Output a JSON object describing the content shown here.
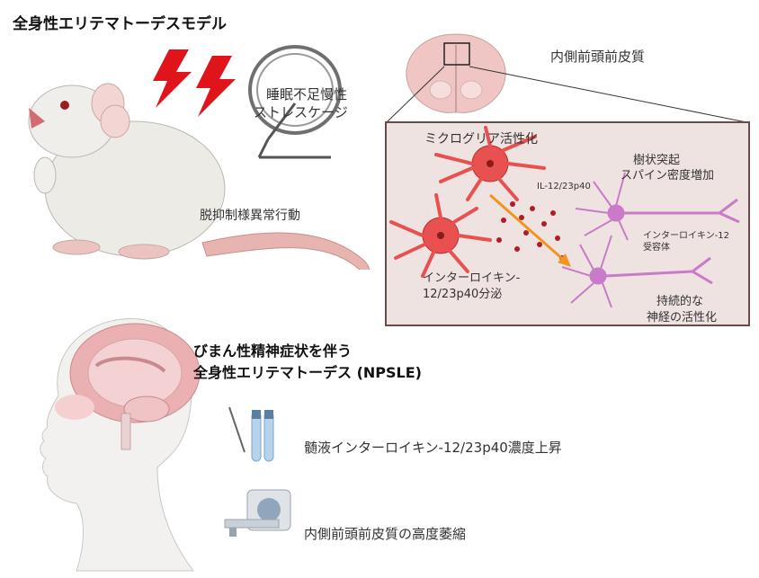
{
  "title": "全身性エリテマトーデスモデル",
  "stress_label": [
    "睡眠不足慢性",
    "ストレスケージ"
  ],
  "region_label": "内側前頭前皮質",
  "behavior_label": "脱抑制様異常行動",
  "panel": {
    "microglia_label": "ミクログリア活性化",
    "il_label": "IL-12/23p40",
    "spine_label": [
      "樹状突起",
      "スパイン密度増加"
    ],
    "receptor_label": [
      "インターロイキン-12",
      "受容体"
    ],
    "secretion_label": [
      "インターロイキン-",
      "12/23p40分泌"
    ],
    "neuron_label": [
      "持続的な",
      "神経の活性化"
    ]
  },
  "npsle_title": [
    "びまん性精神症状を伴う",
    "全身性エリテマトーデス (NPSLE)"
  ],
  "findings": [
    {
      "icon": "test-tube-icon",
      "text": "髄液インターロイキン-12/23p40濃度上昇"
    },
    {
      "icon": "mri-scanner-icon",
      "text": "内側前頭前皮質の高度萎縮"
    }
  ],
  "colors": {
    "lightning": "#e0141b",
    "microglia": "#e8514f",
    "neuron": "#c97bc9",
    "arrow": "#f0961e",
    "panel_bg": "#efe3e1",
    "panel_border": "#6b4a4a"
  }
}
